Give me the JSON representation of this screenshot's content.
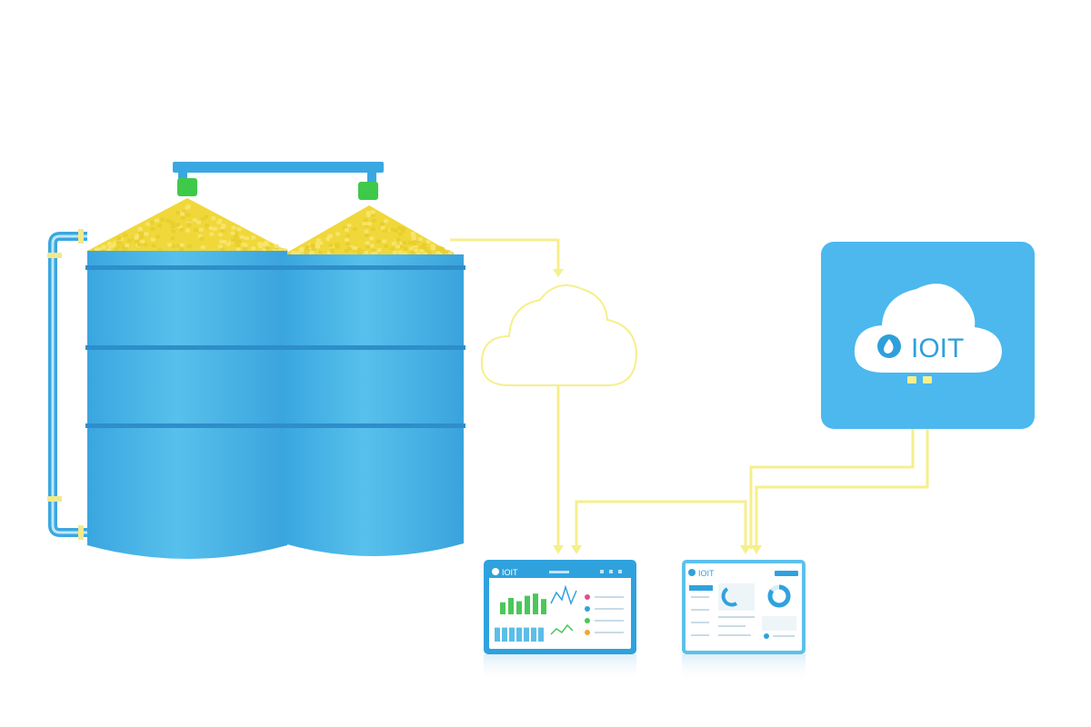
{
  "iot_panel": {
    "label": "IOIT",
    "background": "#4cb8ee",
    "icon": "flame-drop-icon"
  },
  "tablet_left": {
    "brand": "IOIT",
    "bar_values": [
      0.55,
      0.75,
      0.6,
      0.85,
      0.95,
      0.7
    ],
    "column_values": [
      0.7,
      0.7,
      0.7,
      0.7,
      0.7,
      0.7,
      0.7
    ]
  },
  "tablet_right": {
    "brand": "IOIT",
    "ring_fraction": 0.85
  },
  "colors": {
    "silo": "#4fb9e6",
    "silo_dark": "#2e8ec9",
    "pipe": "#3aa8e0",
    "connector": "#f6ef8c",
    "grain": "#f0d83a",
    "sensor": "#3fc94a",
    "screen_bar": "#4bc75a"
  }
}
